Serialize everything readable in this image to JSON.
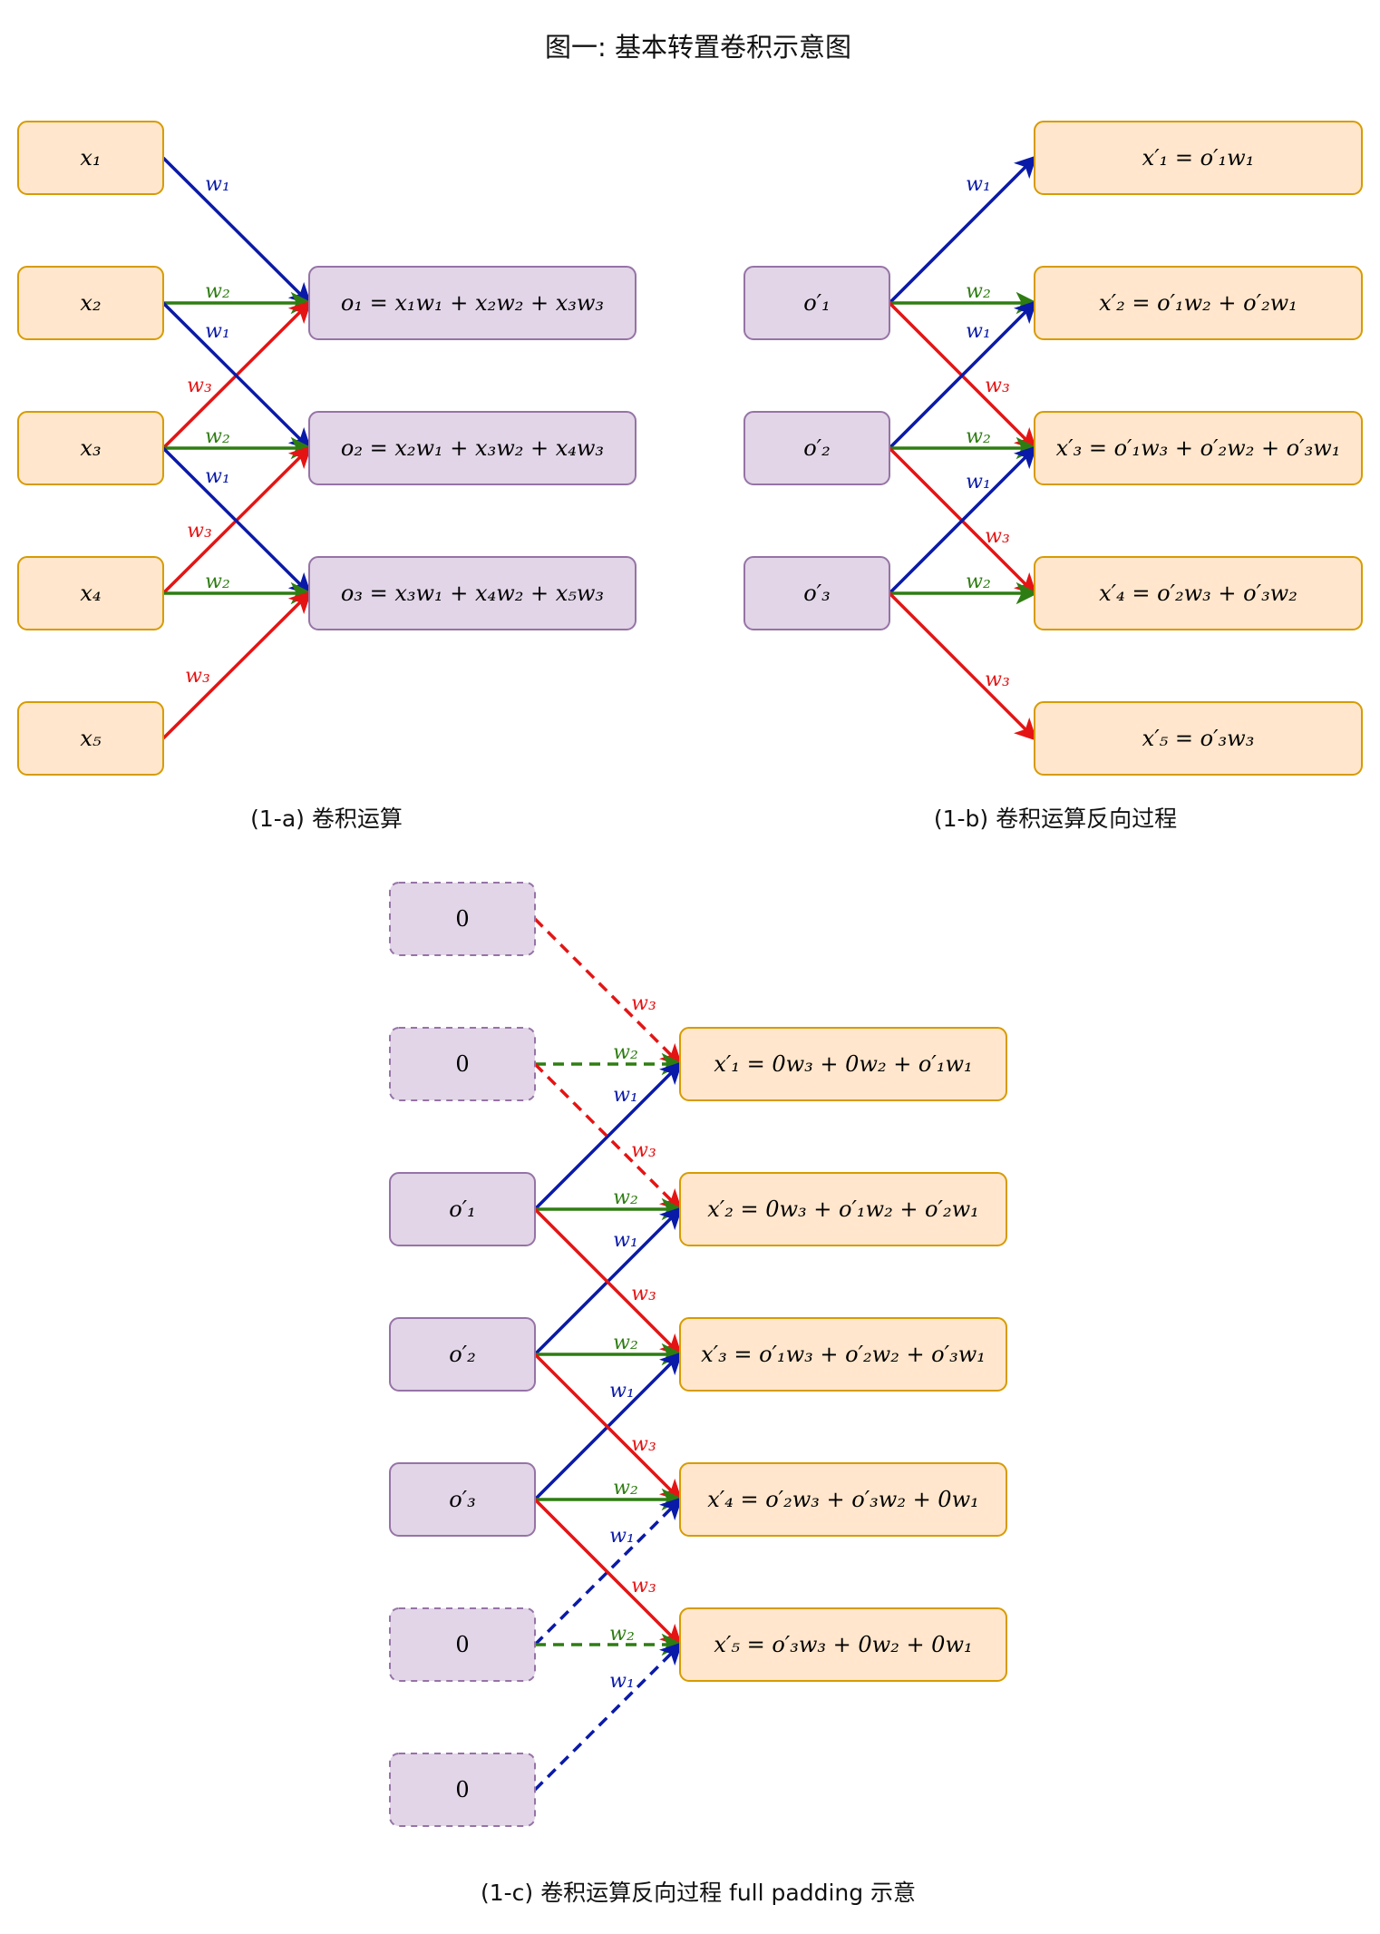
{
  "title": "图一: 基本转置卷积示意图",
  "colors": {
    "w1": "#0a1aa8",
    "w2": "#2e7d12",
    "w3": "#e51414",
    "orange_fill": "#ffe6cc",
    "orange_stroke": "#d79b00",
    "purple_fill": "#e1d5e7",
    "purple_stroke": "#9673a6"
  },
  "weights": {
    "w1": "w₁",
    "w2": "w₂",
    "w3": "w₃"
  },
  "panel_a": {
    "caption": "(1-a) 卷积运算",
    "inputs": [
      "x₁",
      "x₂",
      "x₃",
      "x₄",
      "x₅"
    ],
    "outputs": [
      "o₁ = x₁w₁ + x₂w₂ + x₃w₃",
      "o₂ = x₂w₁ + x₃w₂ + x₄w₃",
      "o₃ = x₃w₁ + x₄w₂ + x₅w₃"
    ]
  },
  "panel_b": {
    "caption": "(1-b) 卷积运算反向过程",
    "inputs": [
      "o′₁",
      "o′₂",
      "o′₃"
    ],
    "outputs": [
      "x′₁ = o′₁w₁",
      "x′₂ = o′₁w₂ + o′₂w₁",
      "x′₃ = o′₁w₃ + o′₂w₂ + o′₃w₁",
      "x′₄ = o′₂w₃ + o′₃w₂",
      "x′₅ = o′₃w₃"
    ]
  },
  "panel_c": {
    "caption": "(1-c) 卷积运算反向过程 full padding 示意",
    "inputs": [
      "0",
      "0",
      "o′₁",
      "o′₂",
      "o′₃",
      "0",
      "0"
    ],
    "outputs": [
      "x′₁ = 0w₃ + 0w₂ + o′₁w₁",
      "x′₂ = 0w₃ + o′₁w₂ + o′₂w₁",
      "x′₃ = o′₁w₃ + o′₂w₂ + o′₃w₁",
      "x′₄ = o′₂w₃ + o′₃w₂ + 0w₁",
      "x′₅ = o′₃w₃ + 0w₂ + 0w₁"
    ]
  }
}
